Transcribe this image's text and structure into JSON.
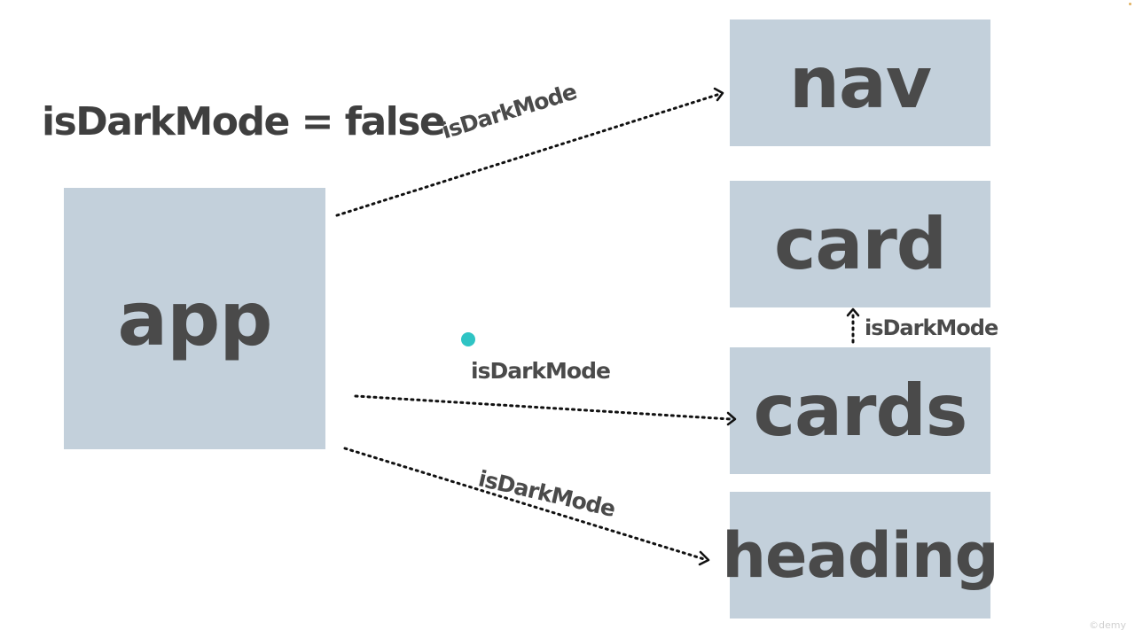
{
  "state": {
    "text": "isDarkMode = false"
  },
  "components": {
    "app": "app",
    "nav": "nav",
    "card": "card",
    "cards": "cards",
    "heading": "heading"
  },
  "props": {
    "to_nav": "isDarkMode",
    "to_cards": "isDarkMode",
    "to_heading": "isDarkMode",
    "to_card": "isDarkMode"
  },
  "watermark": "©demy",
  "colors": {
    "box_fill": "#c3d0db",
    "text": "#4a4a4a",
    "cursor": "#2fc4c4"
  }
}
